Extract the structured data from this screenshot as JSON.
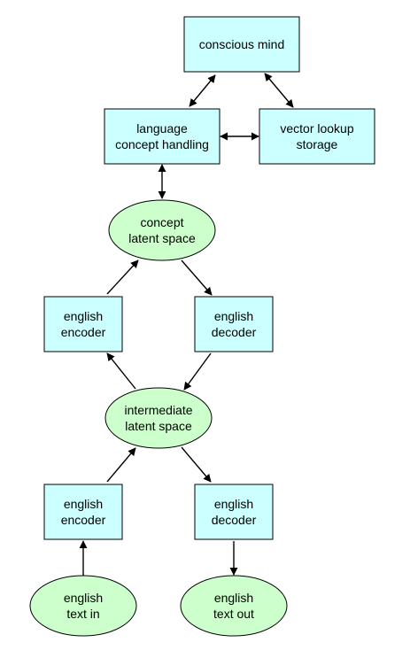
{
  "colors": {
    "box_fill": "#ccffff",
    "ellipse_fill": "#ccffcc",
    "stroke": "#000000"
  },
  "nodes": {
    "conscious_mind": {
      "shape": "box",
      "lines": [
        "conscious mind"
      ]
    },
    "language_concept": {
      "shape": "box",
      "lines": [
        "language",
        "concept handling"
      ]
    },
    "vector_lookup": {
      "shape": "box",
      "lines": [
        "vector lookup",
        "storage"
      ]
    },
    "concept_latent": {
      "shape": "ellipse",
      "lines": [
        "concept",
        "latent space"
      ]
    },
    "encoder_top": {
      "shape": "box",
      "lines": [
        "english",
        "encoder"
      ]
    },
    "decoder_top": {
      "shape": "box",
      "lines": [
        "english",
        "decoder"
      ]
    },
    "intermediate_latent": {
      "shape": "ellipse",
      "lines": [
        "intermediate",
        "latent space"
      ]
    },
    "encoder_bottom": {
      "shape": "box",
      "lines": [
        "english",
        "encoder"
      ]
    },
    "decoder_bottom": {
      "shape": "box",
      "lines": [
        "english",
        "decoder"
      ]
    },
    "text_in": {
      "shape": "ellipse",
      "lines": [
        "english",
        "text in"
      ]
    },
    "text_out": {
      "shape": "ellipse",
      "lines": [
        "english",
        "text out"
      ]
    }
  },
  "edges": [
    {
      "from": "conscious_mind",
      "to": "language_concept",
      "bidirectional": true
    },
    {
      "from": "conscious_mind",
      "to": "vector_lookup",
      "bidirectional": true
    },
    {
      "from": "language_concept",
      "to": "vector_lookup",
      "bidirectional": true
    },
    {
      "from": "language_concept",
      "to": "concept_latent",
      "bidirectional": true
    },
    {
      "from": "encoder_top",
      "to": "concept_latent",
      "bidirectional": false
    },
    {
      "from": "concept_latent",
      "to": "decoder_top",
      "bidirectional": false
    },
    {
      "from": "intermediate_latent",
      "to": "encoder_top",
      "bidirectional": false
    },
    {
      "from": "decoder_top",
      "to": "intermediate_latent",
      "bidirectional": false
    },
    {
      "from": "encoder_bottom",
      "to": "intermediate_latent",
      "bidirectional": false
    },
    {
      "from": "intermediate_latent",
      "to": "decoder_bottom",
      "bidirectional": false
    },
    {
      "from": "text_in",
      "to": "encoder_bottom",
      "bidirectional": false
    },
    {
      "from": "decoder_bottom",
      "to": "text_out",
      "bidirectional": false
    }
  ]
}
